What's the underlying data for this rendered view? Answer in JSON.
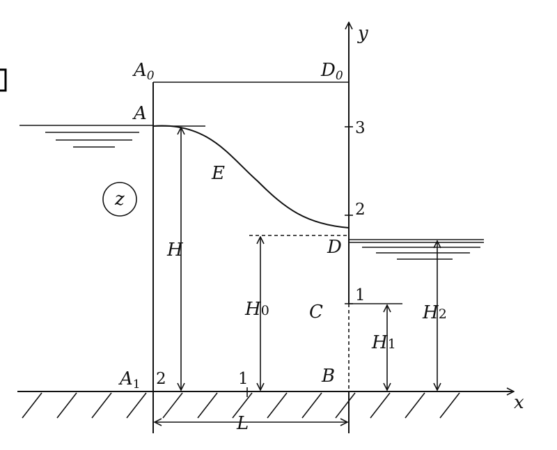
{
  "labels": {
    "A0": "A",
    "A0_sub": "0",
    "D0": "D",
    "D0_sub": "0",
    "A": "A",
    "E": "E",
    "z": "z",
    "H": "H",
    "H0": "H",
    "H0_sub": "0",
    "D": "D",
    "C": "C",
    "H1": "H",
    "H1_sub": "1",
    "H2": "H",
    "H2_sub": "2",
    "A1": "A",
    "A1_sub": "1",
    "B": "B",
    "L": "L",
    "x_axis": "x",
    "y_axis": "y"
  },
  "ticks": {
    "y3": "3",
    "y2": "2",
    "y1": "1",
    "x2": "2",
    "x1": "1"
  },
  "colors": {
    "ink": "#111111",
    "background": "#ffffff",
    "frame": "#000000"
  }
}
